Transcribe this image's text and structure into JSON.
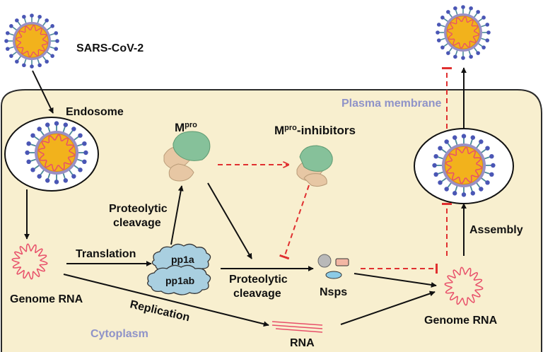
{
  "labels": {
    "virus": "SARS-CoV-2",
    "endosome": "Endosome",
    "plasma_membrane": "Plasma membrane",
    "mpro_base": "M",
    "mpro_sup": "pro",
    "inhib_base": "M",
    "inhib_sup": "pro",
    "inhib_suffix": "-inhibitors",
    "proteolytic_1": "Proteolytic",
    "cleavage_1": "cleavage",
    "translation": "Translation",
    "pp1a": "pp1a",
    "pp1ab": "pp1ab",
    "proteolytic_2": "Proteolytic",
    "cleavage_2": "cleavage",
    "nsps": "Nsps",
    "assembly": "Assembly",
    "genome_rna_left": "Genome RNA",
    "replication": "Replication",
    "cytoplasm": "Cytoplasm",
    "rna": "RNA",
    "genome_rna_right": "Genome RNA"
  },
  "colors": {
    "cell_fill": "#f8efcf",
    "cell_border": "#2b2b2b",
    "virus_core": "#f2b21c",
    "virus_ring": "#9a8fc4",
    "spike_stem": "#4d8a9a",
    "spike_head": "#4a56b5",
    "rna_line": "#e8506a",
    "inhibition": "#e03030",
    "cloud_fill": "#a9cfe0",
    "nsp_gray": "#b9b9b9",
    "nsp_pink": "#f3b7a4",
    "nsp_blue": "#8ccbe6",
    "protein_green": "#86c19a",
    "protein_tan": "#e7c7a4",
    "label_blue": "#8f93c8"
  }
}
